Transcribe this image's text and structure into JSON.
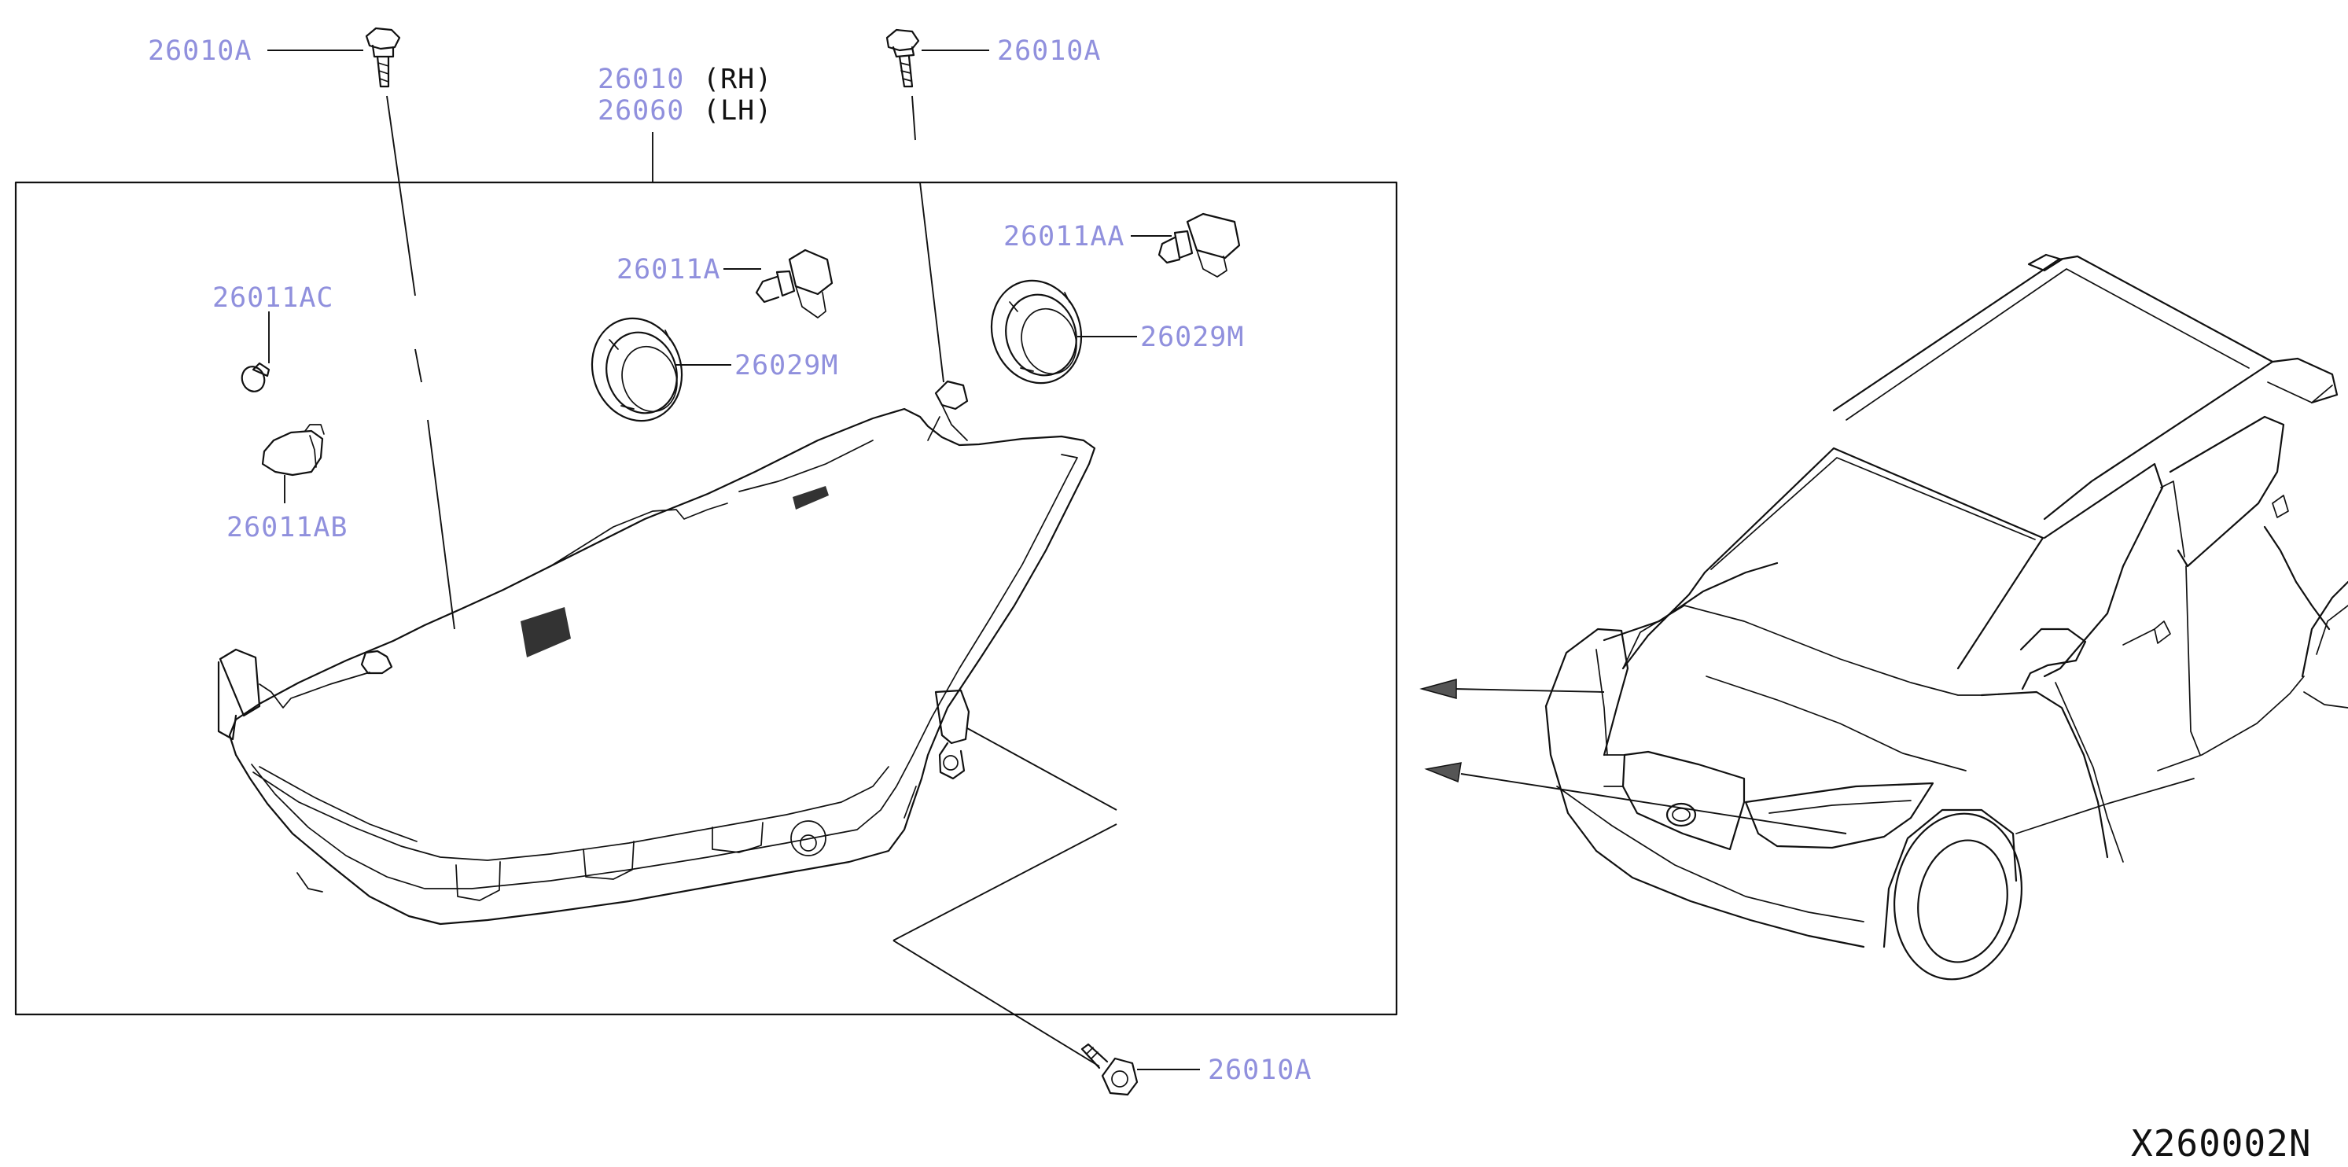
{
  "diagram": {
    "labels": {
      "bolt_top_left": "26010A",
      "bolt_top_right": "26010A",
      "bolt_bottom": "26010A",
      "assembly_rh_part": "26010",
      "assembly_rh_side": "(RH)",
      "assembly_lh_part": "26060",
      "assembly_lh_side": "(LH)",
      "bulb_low": "26011A",
      "bulb_high": "26011AA",
      "bulb_small": "26011AC",
      "bulb_turn": "26011AB",
      "cap_left": "26029M",
      "cap_right": "26029M"
    },
    "figure_code": "X260002N"
  }
}
